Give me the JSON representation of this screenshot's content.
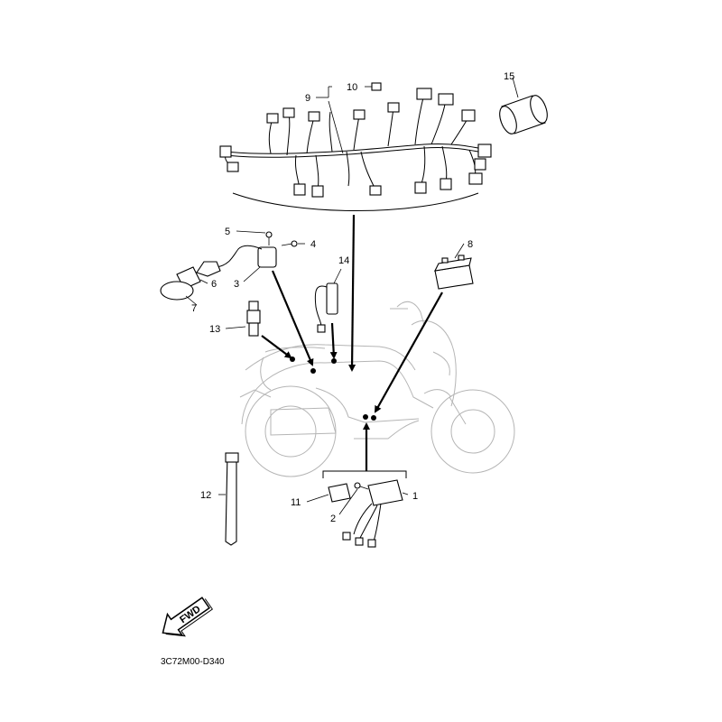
{
  "diagram_code": "3C72M00-D340",
  "fwd_label": "FWD",
  "callouts": [
    {
      "id": "c1",
      "label": "1"
    },
    {
      "id": "c2",
      "label": "2"
    },
    {
      "id": "c3",
      "label": "3"
    },
    {
      "id": "c4",
      "label": "4"
    },
    {
      "id": "c5",
      "label": "5"
    },
    {
      "id": "c6",
      "label": "6"
    },
    {
      "id": "c7",
      "label": "7"
    },
    {
      "id": "c8",
      "label": "8"
    },
    {
      "id": "c9",
      "label": "9"
    },
    {
      "id": "c10",
      "label": "10"
    },
    {
      "id": "c11",
      "label": "11"
    },
    {
      "id": "c12",
      "label": "12"
    },
    {
      "id": "c13",
      "label": "13"
    },
    {
      "id": "c14",
      "label": "14"
    },
    {
      "id": "c15",
      "label": "15"
    }
  ]
}
